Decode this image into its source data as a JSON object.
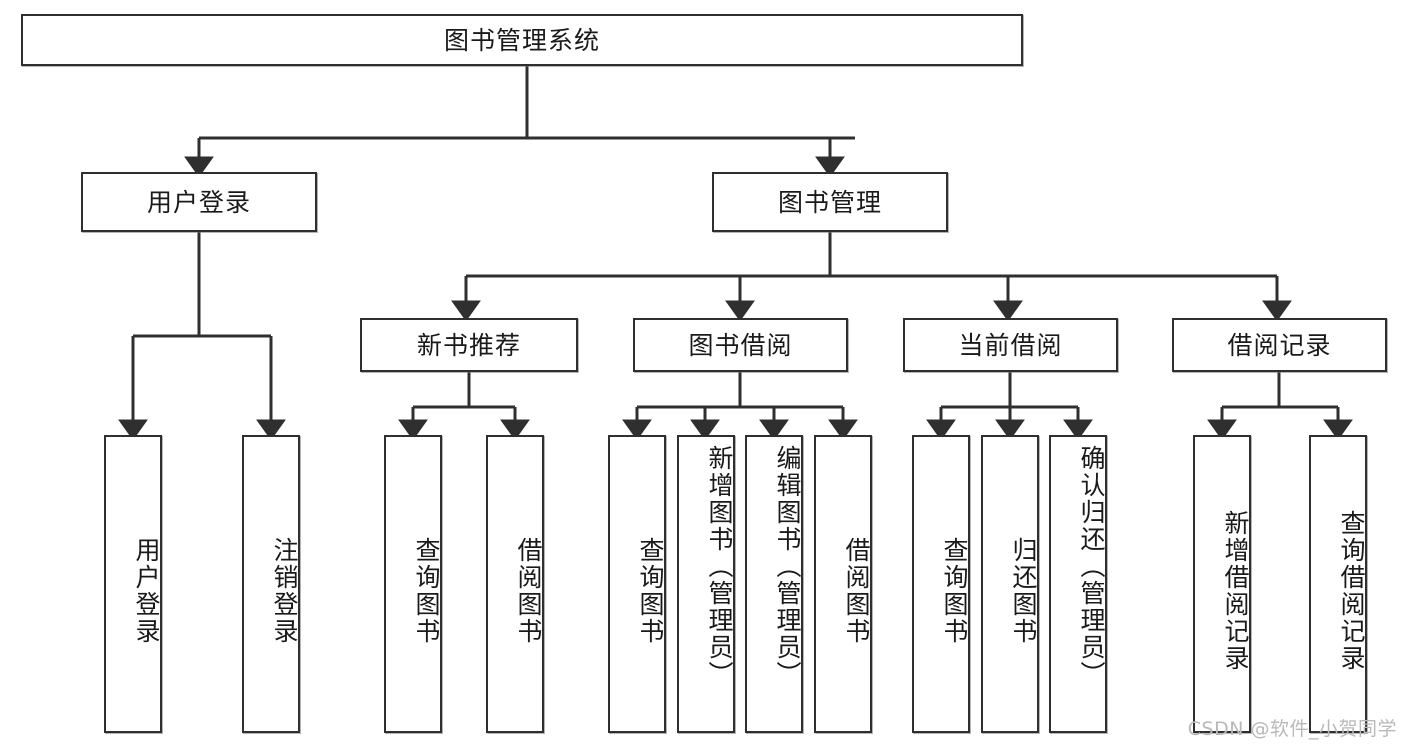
{
  "diagram": {
    "title": "图书管理系统",
    "type": "tree",
    "root": {
      "label": "图书管理系统"
    },
    "level2": [
      {
        "label": "用户登录"
      },
      {
        "label": "图书管理"
      }
    ],
    "level3": [
      {
        "label": "新书推荐"
      },
      {
        "label": "图书借阅"
      },
      {
        "label": "当前借阅"
      },
      {
        "label": "借阅记录"
      }
    ],
    "leaves": {
      "user_login": [
        {
          "label": "用户登录"
        },
        {
          "label": "注销登录"
        }
      ],
      "new_book_recommend": [
        {
          "label": "查询图书"
        },
        {
          "label": "借阅图书"
        }
      ],
      "book_borrow": [
        {
          "label": "查询图书"
        },
        {
          "label": "新增图书（管理员）"
        },
        {
          "label": "编辑图书（管理员）"
        },
        {
          "label": "借阅图书"
        }
      ],
      "current_borrow": [
        {
          "label": "查询图书"
        },
        {
          "label": "归还图书"
        },
        {
          "label": "确认归还（管理员）"
        }
      ],
      "borrow_record": [
        {
          "label": "新增借阅记录"
        },
        {
          "label": "查询借阅记录"
        }
      ]
    }
  },
  "watermark": {
    "text": "CSDN @软件_小贺同学"
  },
  "colors": {
    "border": "#2f2f2f",
    "background": "#ffffff",
    "text": "#1a1a1a",
    "watermark": "#b9b9b9"
  }
}
